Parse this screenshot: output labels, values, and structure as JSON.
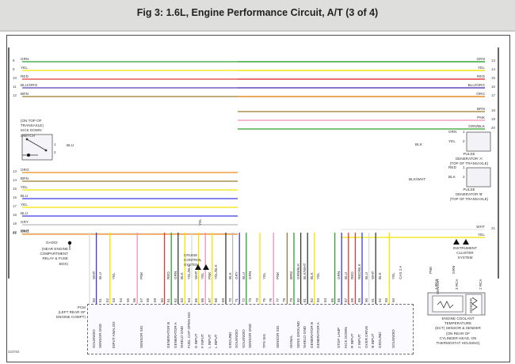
{
  "header": {
    "title": "Fig 3: 1.6L, Engine Performance Circuit, A/T (3 of 4)"
  },
  "diagram": {
    "corner_id": "333783",
    "left_top_wires": [
      {
        "pin": "8",
        "label": "GRN",
        "color": "#2fa12f"
      },
      {
        "pin": "9",
        "label": "YEL",
        "color": "#f2e400"
      },
      {
        "pin": "10",
        "label": "RED",
        "color": "#e03a3a"
      },
      {
        "pin": "11",
        "label": "BLU/ORG",
        "color": "#5a3fb5"
      },
      {
        "pin": "12",
        "label": "BRN",
        "color": "#9a7a33"
      }
    ],
    "left_mid_wires": [
      {
        "pin": "13",
        "label": "ORG",
        "color": "#f08a1e"
      },
      {
        "pin": "14",
        "label": "BRN",
        "color": "#9a7a33"
      },
      {
        "pin": "15",
        "label": "YEL",
        "color": "#f2e400"
      },
      {
        "pin": "16",
        "label": "BLU",
        "color": "#3a3ae0"
      },
      {
        "pin": "17",
        "label": "YEL",
        "color": "#f2e400"
      },
      {
        "pin": "18",
        "label": "BLU",
        "color": "#3a3ae0"
      },
      {
        "pin": "19",
        "label": "GRY",
        "color": "#b9b9b9"
      },
      {
        "pin": "20",
        "label": "WHT",
        "color": "#e8e8e8"
      }
    ],
    "left_bottom_wire": {
      "pin": "21",
      "label": "ORG",
      "color": "#f08a1e"
    },
    "right_top_wires": [
      {
        "pin": "13",
        "label": "GRN",
        "color": "#2fa12f"
      },
      {
        "pin": "14",
        "label": "YEL",
        "color": "#f2e400"
      },
      {
        "pin": "15",
        "label": "RED",
        "color": "#e03a3a"
      },
      {
        "pin": "16",
        "label": "BLU/ORG",
        "color": "#5a3fb5"
      },
      {
        "pin": "17",
        "label": "ORG",
        "color": "#f08a1e"
      }
    ],
    "right_mid_wires": [
      {
        "pin": "18",
        "label": "BRN",
        "color": "#9a7a33"
      },
      {
        "pin": "19",
        "label": "PNK",
        "color": "#f48fb1"
      },
      {
        "pin": "20",
        "label": "GRN/BLK",
        "color": "#2fa12f"
      }
    ],
    "right_bottom_wires": [
      {
        "pin": "21",
        "label": "WHT",
        "color": "#e8e8e8"
      },
      {
        "pin": "",
        "label": "YEL",
        "color": "#f2e400"
      }
    ],
    "kick_down_switch": {
      "caption": "(ON TOP OF\nTRANSAXLE)\nKICK DOWN\nSWITCH",
      "wire_label": "BLU",
      "pin_1": "1",
      "pin_2": "2"
    },
    "ground": {
      "name": "GA002",
      "caption": "(NEAR ENGINE\nCOMPARTMENT\nRELAY & FUSE\nBOX)"
    },
    "cruise_control": {
      "caption": "CRUISE\nCONTROL\nSYSTEM",
      "wire_label": "YEL"
    },
    "pulse_generator_a": {
      "caption": "PULSE\nGENERATOR 'A'\n(TOP OF TRANSAXLE)",
      "wires": [
        {
          "label": "GRN",
          "pin": "1",
          "color": "#2fa12f"
        },
        {
          "label": "YEL",
          "pin": "2",
          "color": "#f2e400"
        }
      ],
      "shield_label": "BLK"
    },
    "pulse_generator_b": {
      "caption": "PULSE\nGENERATOR 'B'\n(TOP OF TRANSAXLE)",
      "wires": [
        {
          "label": "RED",
          "pin": "1",
          "color": "#e03a3a"
        },
        {
          "label": "BLK",
          "pin": "2",
          "color": "#4a4a4a"
        }
      ],
      "shield_label": "BLK/WHT"
    },
    "instrument_cluster": {
      "caption": "INSTRUMENT\nCLUSTER\nSYSTEM"
    },
    "ect": {
      "caption": "ENGINE COOLANT\nTEMPERATURE\n(ECT) SENSOR & SENDER\n(ON REAR OF\nCYLINDER HEAD, ON\nTHERMOSTAT HOUSING)",
      "sensor_label": "SENSOR",
      "sender_label": "SENDER",
      "pin_labels": [
        "1 RCA",
        "3 RCA",
        "2 RCA"
      ],
      "wires": [
        {
          "label": "PNK",
          "color": "#f48fb1"
        },
        {
          "label": "GRN",
          "color": "#2fa12f"
        },
        {
          "label": "BLK",
          "color": "#3a3a3a"
        }
      ]
    },
    "pcm": {
      "caption": "PCM\n(LEFT REAR OF\nENGINE COMPT)"
    },
    "pcm_pins": [
      {
        "pin": "50",
        "wire": "WHT",
        "color": "#dcdcdc",
        "fn": "SOLENOID"
      },
      {
        "pin": "51",
        "wire": "BLU",
        "color": "#3a3ae0",
        "fn": "SENSOR GND"
      },
      {
        "pin": "52",
        "wire": "",
        "color": "",
        "fn": ""
      },
      {
        "pin": "53",
        "wire": "YEL",
        "color": "#f2e400",
        "fn": "INPUT ANALOG"
      },
      {
        "pin": "54",
        "wire": "",
        "color": "",
        "fn": ""
      },
      {
        "pin": "55",
        "wire": "",
        "color": "",
        "fn": ""
      },
      {
        "pin": "56",
        "wire": "",
        "color": "",
        "fn": ""
      },
      {
        "pin": "57",
        "wire": "PNK",
        "color": "#f48fb1",
        "fn": "SENSOR SIG"
      },
      {
        "pin": "58",
        "wire": "",
        "color": "",
        "fn": ""
      },
      {
        "pin": "59",
        "wire": "",
        "color": "",
        "fn": ""
      },
      {
        "pin": "60",
        "wire": "",
        "color": "",
        "fn": ""
      },
      {
        "pin": "61",
        "wire": "RED",
        "color": "#e03a3a",
        "fn": "GENERATOR B"
      },
      {
        "pin": "62",
        "wire": "GRN",
        "color": "#2fa12f",
        "fn": "GENERATOR A"
      },
      {
        "pin": "63",
        "wire": "BLK",
        "color": "#3a3a3a",
        "fn": "SHIELD GND"
      },
      {
        "pin": "64",
        "wire": "YEL/BLK",
        "color": "#f2e400",
        "fn": "FUEL CAP OPEN SIG"
      },
      {
        "pin": "65",
        "wire": "WHT",
        "color": "#dcdcdc",
        "fn": "D INPUT"
      },
      {
        "pin": "66",
        "wire": "YEL",
        "color": "#f2e400",
        "fn": "F INPUT"
      },
      {
        "pin": "67",
        "wire": "PNK",
        "color": "#f48fb1",
        "fn": "L INPUT"
      },
      {
        "pin": "68",
        "wire": "YEL/BLK",
        "color": "#f2e400",
        "fn": "L INPUT"
      },
      {
        "pin": "69",
        "wire": "",
        "color": "",
        "fn": ""
      },
      {
        "pin": "70",
        "wire": "BLK",
        "color": "#3a3a3a",
        "fn": "GROUND"
      },
      {
        "pin": "71",
        "wire": "GRY",
        "color": "#b9b9b9",
        "fn": "SOLENOID"
      },
      {
        "pin": "72",
        "wire": "BLU",
        "color": "#3a3ae0",
        "fn": "SOLENOID"
      },
      {
        "pin": "73",
        "wire": "GRN",
        "color": "#2fa12f",
        "fn": "SENSOR GND"
      },
      {
        "pin": "74",
        "wire": "",
        "color": "",
        "fn": ""
      },
      {
        "pin": "75",
        "wire": "YEL",
        "color": "#f2e400",
        "fn": "TPS SIG"
      },
      {
        "pin": "76",
        "wire": "",
        "color": "",
        "fn": ""
      },
      {
        "pin": "77",
        "wire": "PNK",
        "color": "#f48fb1",
        "fn": "SENSOR SIG"
      },
      {
        "pin": "78",
        "wire": "",
        "color": "",
        "fn": ""
      },
      {
        "pin": "79",
        "wire": "BRN",
        "color": "#9a7a33",
        "fn": "SIGNAL"
      },
      {
        "pin": "80",
        "wire": "GRN/BLK",
        "color": "#2fa12f",
        "fn": "SENS GROUND"
      },
      {
        "pin": "81",
        "wire": "BLK/WHT",
        "color": "#3a3a3a",
        "fn": "SHIELD GND"
      },
      {
        "pin": "82",
        "wire": "BLK",
        "color": "#3a3a3a",
        "fn": "GENERATOR B"
      },
      {
        "pin": "83",
        "wire": "YEL",
        "color": "#f2e400",
        "fn": "GENERATOR A"
      },
      {
        "pin": "84",
        "wire": "",
        "color": "",
        "fn": ""
      },
      {
        "pin": "85",
        "wire": "",
        "color": "",
        "fn": ""
      },
      {
        "pin": "86",
        "wire": "GRN",
        "color": "#2fa12f",
        "fn": "STOP LAMP"
      },
      {
        "pin": "87",
        "wire": "BLU",
        "color": "#3a3ae0",
        "fn": "KICK DOWN"
      },
      {
        "pin": "88",
        "wire": "RED",
        "color": "#e03a3a",
        "fn": "R INPUT"
      },
      {
        "pin": "89",
        "wire": "RED/BLK",
        "color": "#e03a3a",
        "fn": "2 INPUT"
      },
      {
        "pin": "90",
        "wire": "BLU",
        "color": "#3a3ae0",
        "fn": "OVER DRIVE"
      },
      {
        "pin": "91",
        "wire": "WHT",
        "color": "#dcdcdc",
        "fn": "N INPUT"
      },
      {
        "pin": "92",
        "wire": "BLK",
        "color": "#3a3a3a",
        "fn": "GROUND"
      },
      {
        "pin": "93",
        "wire": "",
        "color": "",
        "fn": ""
      },
      {
        "pin": "94",
        "wire": "YEL",
        "color": "#f2e400",
        "fn": "SOLENOID"
      },
      {
        "pin": "",
        "wire": "CAS 2 A",
        "color": "",
        "fn": ""
      }
    ]
  }
}
